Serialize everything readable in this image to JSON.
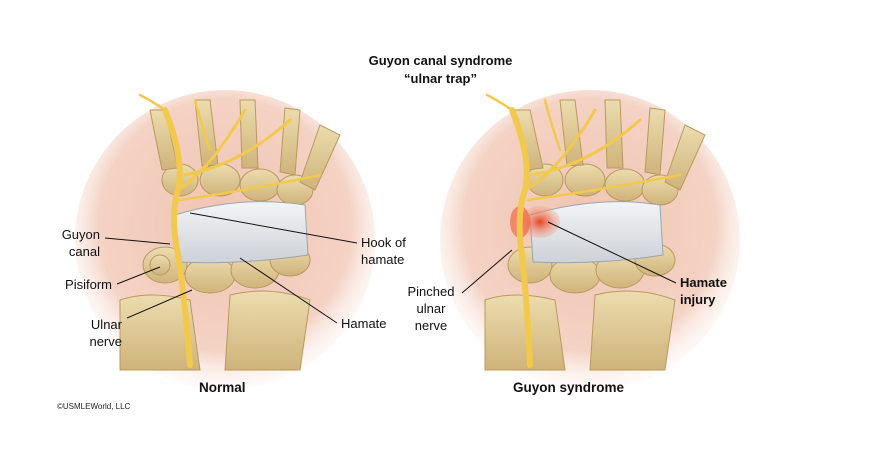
{
  "title": {
    "line1": "Guyon canal syndrome",
    "line2": "“ulnar trap”"
  },
  "panels": {
    "normal": {
      "caption": "Normal",
      "labels": {
        "guyon_canal_1": "Guyon",
        "guyon_canal_2": "canal",
        "pisiform": "Pisiform",
        "ulnar_nerve_1": "Ulnar",
        "ulnar_nerve_2": "nerve",
        "hook_of_hamate_1": "Hook of",
        "hook_of_hamate_2": "hamate",
        "hamate": "Hamate"
      }
    },
    "guyon": {
      "caption": "Guyon syndrome",
      "labels": {
        "pinched_1": "Pinched",
        "pinched_2": "ulnar",
        "pinched_3": "nerve",
        "hamate_injury_1": "Hamate",
        "hamate_injury_2": "injury"
      }
    }
  },
  "copyright": "©USMLEWorld, LLC",
  "colors": {
    "skin": "#f2c9b8",
    "bone": "#e3cf9c",
    "nerve": "#f5d468",
    "ligament": "#e6e8ec",
    "injury": "#e24a2a"
  }
}
